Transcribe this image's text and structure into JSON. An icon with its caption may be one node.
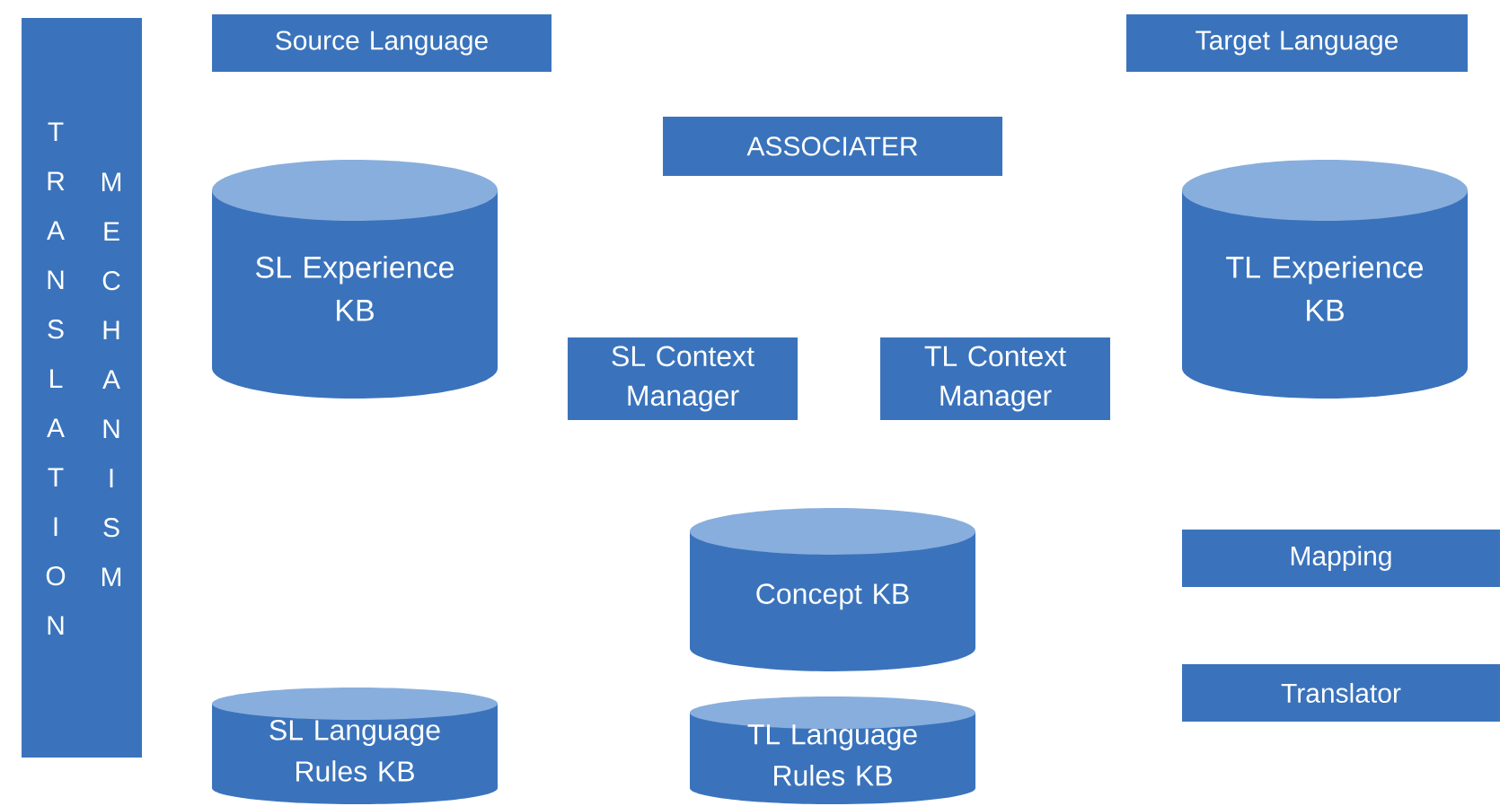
{
  "diagram": {
    "nodes": [
      {
        "text": [
          "TRANSLATION",
          "MECHANISM"
        ]
      },
      {
        "text": [
          "Source Language"
        ]
      },
      {
        "text": [
          "Target Language"
        ]
      },
      {
        "text": [
          "ASSOCIATER"
        ]
      },
      {
        "text": [
          "SL Experience KB"
        ]
      },
      {
        "text": [
          "TL Experience KB"
        ]
      },
      {
        "text": [
          "SL Context Manager"
        ]
      },
      {
        "text": [
          "TL Context Manager"
        ]
      },
      {
        "text": [
          "Concept KB"
        ]
      },
      {
        "text": [
          "Mapping"
        ]
      },
      {
        "text": [
          "Translator"
        ]
      },
      {
        "text": [
          "SL Language Rules KB"
        ]
      },
      {
        "text": [
          "TL Language Rules KB"
        ]
      }
    ],
    "edges": []
  }
}
